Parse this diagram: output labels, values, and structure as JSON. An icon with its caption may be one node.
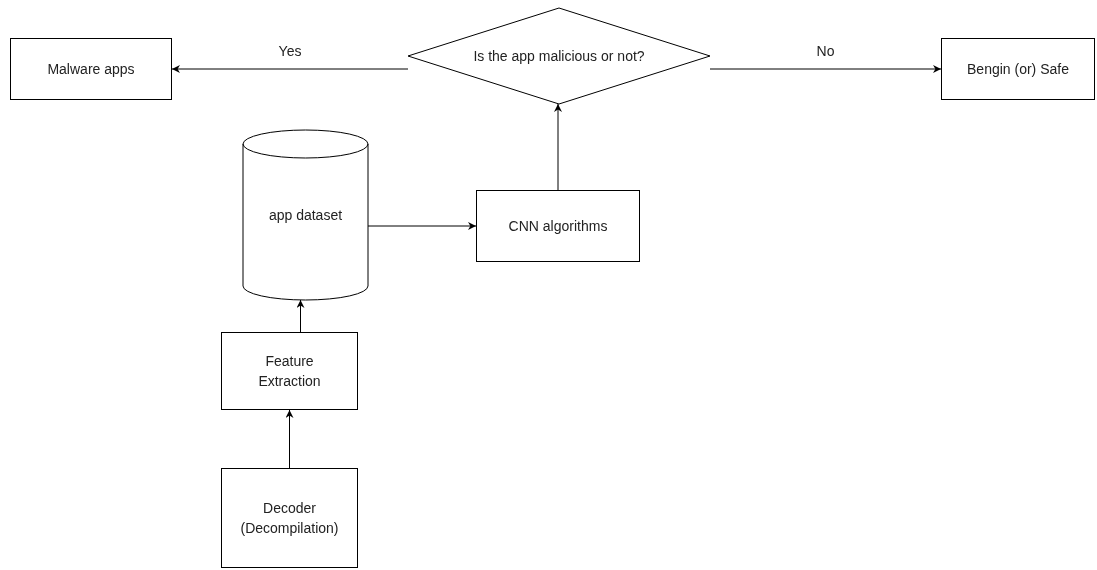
{
  "diagram": {
    "nodes": [
      {
        "text": [
          "Malware apps"
        ]
      },
      {
        "text": [
          "Is the app malicious or not?"
        ]
      },
      {
        "text": [
          "Bengin (or) Safe"
        ]
      },
      {
        "text": [
          "app dataset"
        ]
      },
      {
        "text": [
          "CNN algorithms"
        ]
      },
      {
        "text": [
          "Feature Extraction"
        ]
      },
      {
        "text": [
          "Decoder (Decompilation)"
        ]
      }
    ],
    "edges": [
      {
        "from": 1,
        "to": 0,
        "arrow": "to",
        "label": "Yes"
      },
      {
        "from": 1,
        "to": 2,
        "arrow": "to",
        "label": "No"
      },
      {
        "from": 4,
        "to": 1,
        "arrow": "to"
      },
      {
        "from": 3,
        "to": 4,
        "arrow": "to"
      },
      {
        "from": 5,
        "to": 3,
        "arrow": "to"
      },
      {
        "from": 6,
        "to": 5,
        "arrow": "to"
      }
    ]
  }
}
